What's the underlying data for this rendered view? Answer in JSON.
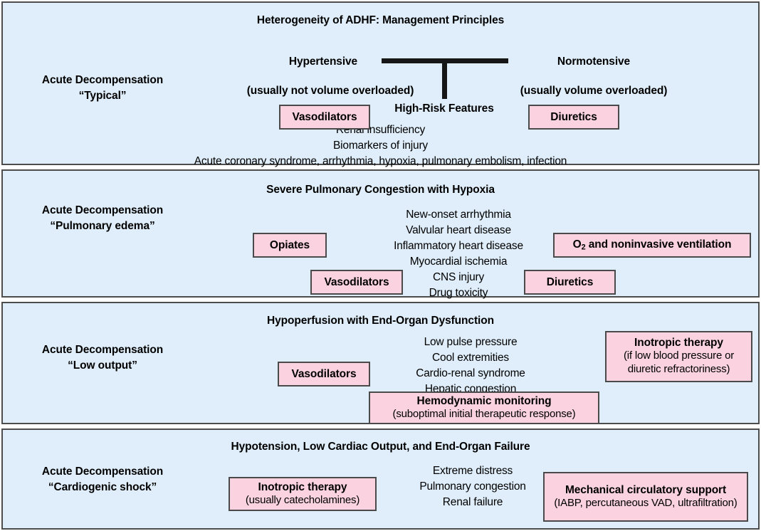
{
  "figure": {
    "title": "Heterogeneity of ADHF: Management Principles",
    "background_color": "#dfeefa",
    "box_color": "#fad2e0",
    "border_color": "#4d4d4d"
  },
  "panels": [
    {
      "id": "typical",
      "row_label_line1": "Acute Decompensation",
      "row_label_line2": "“Typical”",
      "left_branch_title": "Hypertensive",
      "left_branch_sub": "(usually not volume overloaded)",
      "right_branch_title": "Normotensive",
      "right_branch_sub": "(usually volume overloaded)",
      "center_heading": "High-Risk Features",
      "features": [
        "Renal insufficiency",
        "Biomarkers of injury",
        "Acute coronary syndrome, arrhythmia, hypoxia, pulmonary embolism, infection"
      ],
      "boxes": [
        {
          "title": "Vasodilators",
          "sub": ""
        },
        {
          "title": "Diuretics",
          "sub": ""
        }
      ]
    },
    {
      "id": "pulmonary-edema",
      "row_label_line1": "Acute Decompensation",
      "row_label_line2": "“Pulmonary edema”",
      "panel_title": "Severe Pulmonary Congestion with Hypoxia",
      "features": [
        "New-onset arrhythmia",
        "Valvular heart disease",
        "Inflammatory heart disease",
        "Myocardial ischemia",
        "CNS injury",
        "Drug toxicity"
      ],
      "boxes": [
        {
          "title": "Opiates",
          "sub": ""
        },
        {
          "title": "O2 and noninvasive ventilation",
          "sub": ""
        },
        {
          "title": "Vasodilators",
          "sub": ""
        },
        {
          "title": "Diuretics",
          "sub": ""
        }
      ]
    },
    {
      "id": "low-output",
      "row_label_line1": "Acute Decompensation",
      "row_label_line2": "“Low output”",
      "panel_title": "Hypoperfusion with End-Organ Dysfunction",
      "features": [
        "Low pulse pressure",
        "Cool extremities",
        "Cardio-renal syndrome",
        "Hepatic congestion"
      ],
      "boxes": [
        {
          "title": "Vasodilators",
          "sub": ""
        },
        {
          "title": "Inotropic therapy",
          "sub": "(if low blood pressure or diuretic refractoriness)"
        },
        {
          "title": "Hemodynamic monitoring",
          "sub": "(suboptimal initial therapeutic response)"
        }
      ]
    },
    {
      "id": "cardiogenic-shock",
      "row_label_line1": "Acute Decompensation",
      "row_label_line2": "“Cardiogenic shock”",
      "panel_title": "Hypotension, Low Cardiac Output, and End-Organ Failure",
      "features": [
        "Extreme distress",
        "Pulmonary congestion",
        "Renal failure"
      ],
      "boxes": [
        {
          "title": "Inotropic therapy",
          "sub": "(usually catecholamines)"
        },
        {
          "title": "Mechanical circulatory support",
          "sub": "(IABP, percutaneous VAD, ultrafiltration)"
        }
      ]
    }
  ]
}
